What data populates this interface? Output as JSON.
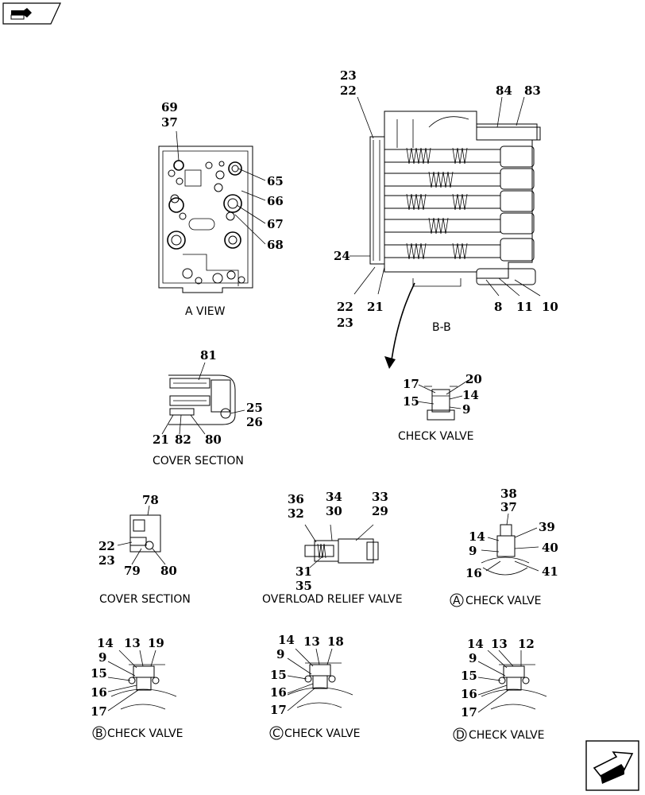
{
  "labels": {
    "a_view": {
      "n69": "69",
      "n37": "37",
      "n65": "65",
      "n66": "66",
      "n67": "67",
      "n68": "68",
      "caption": "A VIEW"
    },
    "bb": {
      "n23a": "23",
      "n22a": "22",
      "n84": "84",
      "n83": "83",
      "n24": "24",
      "n22b": "22",
      "n21": "21",
      "n23b": "23",
      "n8": "8",
      "n11": "11",
      "n10": "10",
      "caption": "B-B"
    },
    "check_top": {
      "n17": "17",
      "n20": "20",
      "n15": "15",
      "n14": "14",
      "n9": "9",
      "caption": "CHECK VALVE"
    },
    "cover1": {
      "n81": "81",
      "n25": "25",
      "n26": "26",
      "n21": "21",
      "n82": "82",
      "n80": "80",
      "caption": "COVER SECTION"
    },
    "cover2": {
      "n78": "78",
      "n22": "22",
      "n23": "23",
      "n79": "79",
      "n80": "80",
      "caption": "COVER SECTION"
    },
    "overload": {
      "n36": "36",
      "n32": "32",
      "n34": "34",
      "n30": "30",
      "n33": "33",
      "n29": "29",
      "n31": "31",
      "n35": "35",
      "caption": "OVERLOAD RELIEF VALVE"
    },
    "check_a": {
      "n38": "38",
      "n37": "37",
      "n39": "39",
      "n14": "14",
      "n40": "40",
      "n9": "9",
      "n16": "16",
      "n41": "41",
      "letter": "A",
      "caption": "CHECK VALVE"
    },
    "check_b": {
      "n14": "14",
      "n13": "13",
      "n19": "19",
      "n9": "9",
      "n15": "15",
      "n16": "16",
      "n17": "17",
      "letter": "B",
      "caption": "CHECK VALVE"
    },
    "check_c": {
      "n14": "14",
      "n13": "13",
      "n18": "18",
      "n9": "9",
      "n15": "15",
      "n16": "16",
      "n17": "17",
      "letter": "C",
      "caption": "CHECK VALVE"
    },
    "check_d": {
      "n14": "14",
      "n13": "13",
      "n12": "12",
      "n9": "9",
      "n15": "15",
      "n16": "16",
      "n17": "17",
      "letter": "D",
      "caption": "CHECK VALVE"
    }
  },
  "nav": {
    "prev_icon": "book-arrow-icon",
    "next_icon": "next-page-arrow-icon"
  }
}
